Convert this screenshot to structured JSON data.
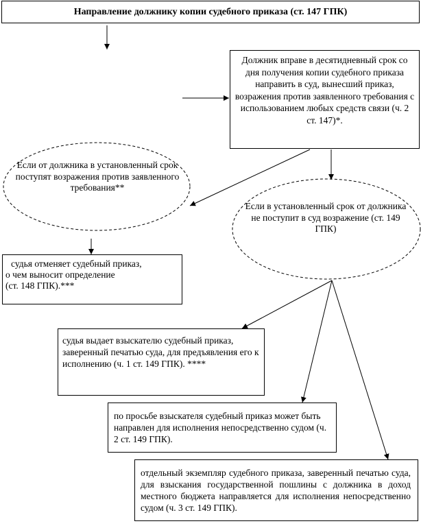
{
  "diagram": {
    "title": "Направление должнику копии судебного приказа (ст. 147 ГПК)",
    "debtor_right": "Должник вправе в десятидневный срок со дня получения копии судебного приказа направить в суд, вынесший приказ, возражения против заявленного требования с использованием любых средств связи (ч. 2 ст. 147)*.",
    "oval_objections": "Если от должника в установленный срок поступят возражения против заявленного требования**",
    "oval_no_objections": "Если в установленный срок от должника не поступит в суд возражение (ст. 149 ГПК)",
    "cancel_line1": "судья отменяет судебный приказ,",
    "cancel_line2": "о чем выносит определение",
    "cancel_line3": "(ст. 148 ГПК).***",
    "issue_to_claimant": "судья выдает взыскателю судебный приказ, заверенный печатью суда, для предъявления его к исполнению (ч. 1 ст. 149 ГПК). ****",
    "court_direct": "по просьбе взыскателя судебный приказ может быть направлен для исполнения непосредственно судом (ч. 2 ст. 149 ГПК).",
    "state_duty": "отдельный экземпляр судебного приказа, заверенный печатью суда, для взыскания государственной пошлины с должника в доход местного бюджета направляется для исполнения непосредственно судом (ч. 3 ст. 149 ГПК)."
  },
  "colors": {
    "line": "#000000",
    "background": "#ffffff"
  }
}
